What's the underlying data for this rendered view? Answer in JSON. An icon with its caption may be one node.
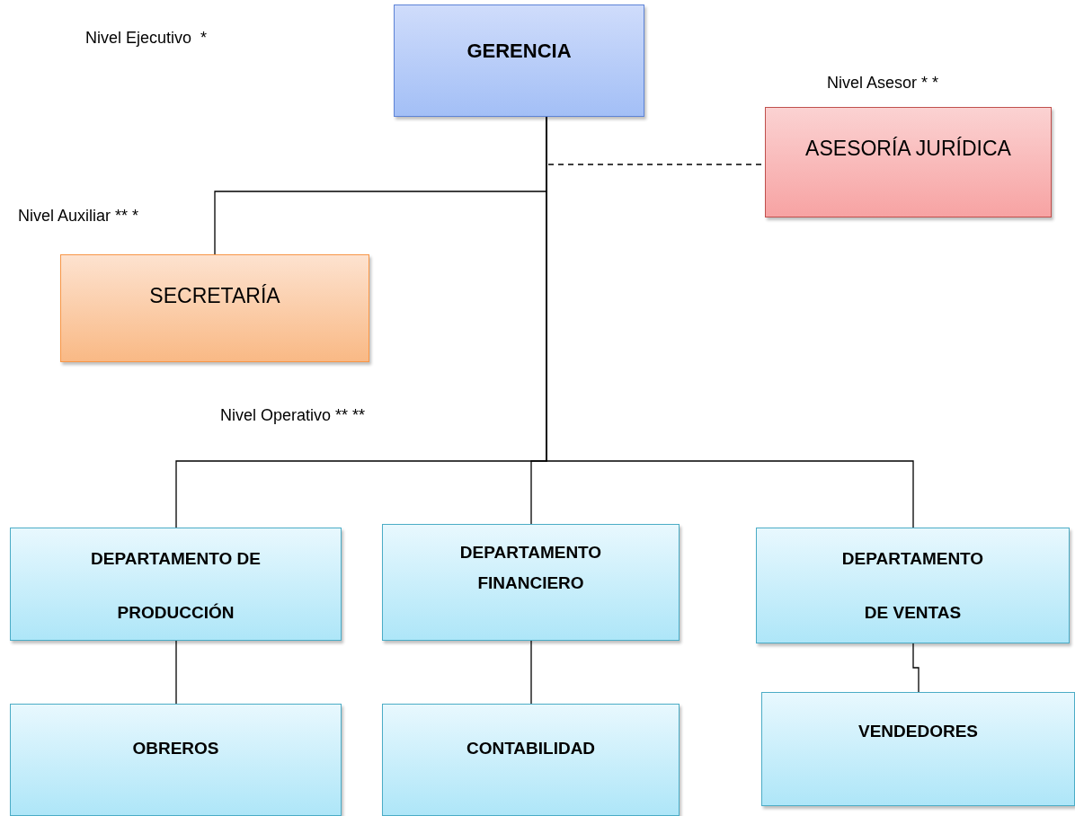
{
  "diagram": {
    "nodes": [
      {
        "text": [
          "GERENCIA"
        ]
      },
      {
        "text": [
          "ASESORÍA JURÍDICA"
        ]
      },
      {
        "text": [
          "SECRETARÍA"
        ]
      },
      {
        "text": [
          "DEPARTAMENTO DE PRODUCCIÓN"
        ]
      },
      {
        "text": [
          "DEPARTAMENTO FINANCIERO"
        ]
      },
      {
        "text": [
          "DEPARTAMENTO DE VENTAS"
        ]
      },
      {
        "text": [
          "OBREROS"
        ]
      },
      {
        "text": [
          "CONTABILIDAD"
        ]
      },
      {
        "text": [
          "VENDEDORES"
        ]
      }
    ],
    "edges": [
      {
        "from": 0,
        "to": 1,
        "arrow": "none",
        "style": "dashed"
      },
      {
        "from": 0,
        "to": 2,
        "arrow": "none"
      },
      {
        "from": 0,
        "to": 3,
        "arrow": "none"
      },
      {
        "from": 0,
        "to": 4,
        "arrow": "none"
      },
      {
        "from": 0,
        "to": 5,
        "arrow": "none"
      },
      {
        "from": 3,
        "to": 6,
        "arrow": "none"
      },
      {
        "from": 4,
        "to": 7,
        "arrow": "none"
      },
      {
        "from": 5,
        "to": 8,
        "arrow": "none"
      }
    ],
    "labels": [
      "Nivel Ejecutivo  *",
      "Nivel Asesor * *",
      "Nivel Auxiliar ** *",
      "Nivel Operativo ** **"
    ]
  }
}
